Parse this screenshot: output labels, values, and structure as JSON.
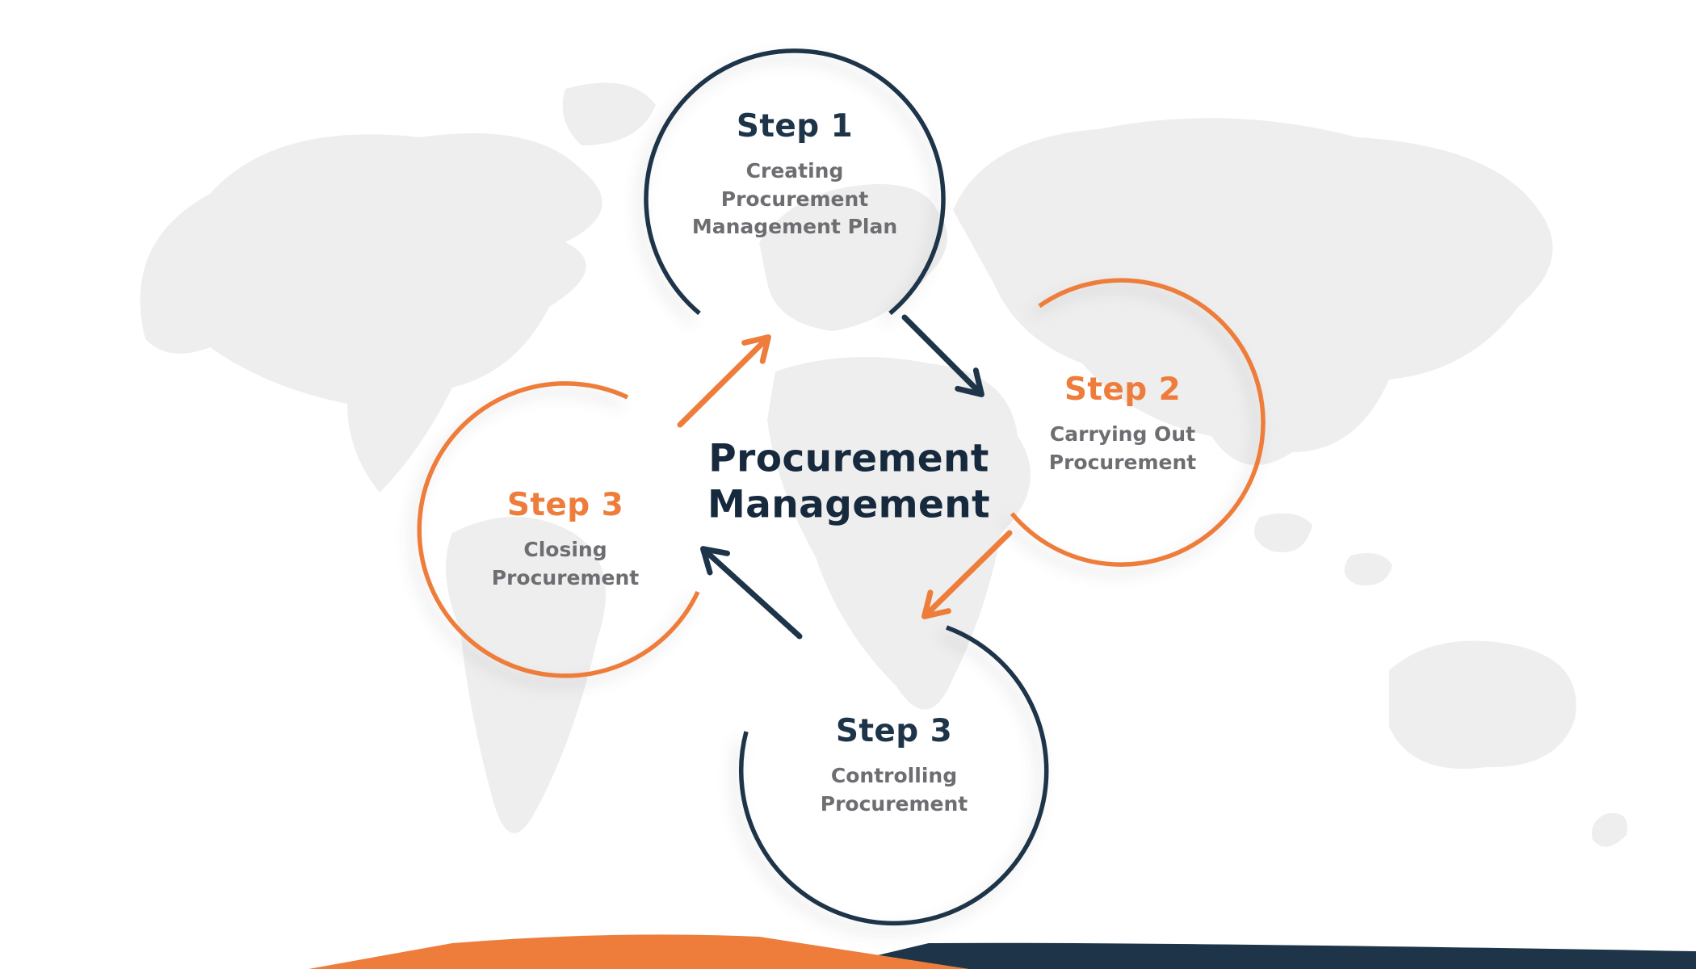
{
  "diagram": {
    "center_title": "Procurement\nManagement",
    "steps": {
      "top": {
        "label": "Step 1",
        "desc": "Creating\nProcurement\nManagement Plan",
        "accent": "navy"
      },
      "right": {
        "label": "Step 2",
        "desc": "Carrying Out\nProcurement",
        "accent": "orange"
      },
      "left": {
        "label": "Step 3",
        "desc": "Closing\nProcurement",
        "accent": "orange"
      },
      "bottom": {
        "label": "Step 3",
        "desc": "Controlling\nProcurement",
        "accent": "navy"
      }
    },
    "colors": {
      "navy": "#1e3449",
      "orange": "#ee7d3b",
      "desc_gray": "#6d6e71",
      "center_text": "#16293d",
      "map_gray": "#eeeeee"
    }
  }
}
